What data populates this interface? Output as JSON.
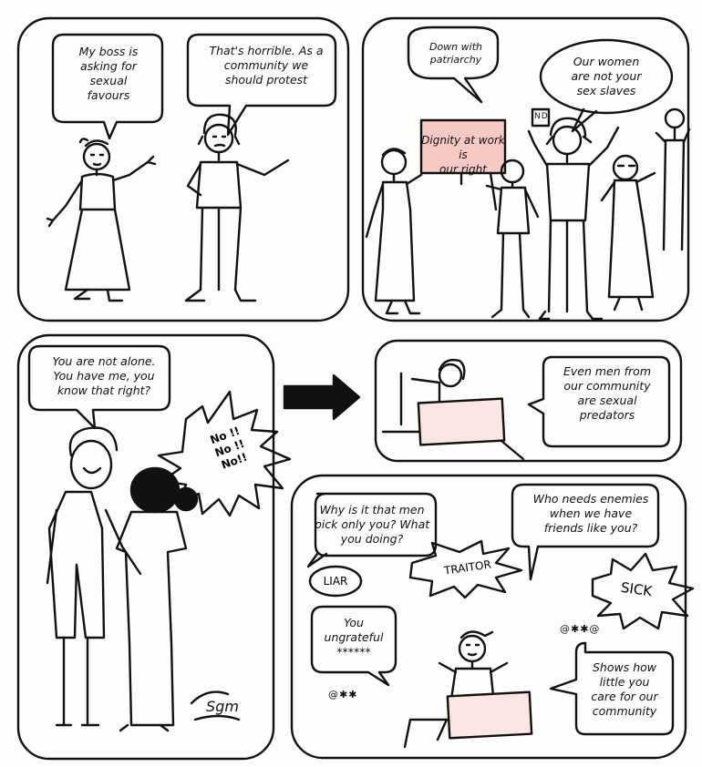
{
  "panel1": {
    "woman_bubble": "My boss is\nasking for\nsexual\nfavours",
    "man_bubble": "That's horrible. As a\ncommunity we\nshould protest"
  },
  "panel2": {
    "bubble_left": "Down with\npatriarchy",
    "bubble_right": "Our women\nare not your\nsex slaves",
    "sign": "Dignity at work is\nour right",
    "small_sign": "ND"
  },
  "panel3": {
    "man_bubble": "You are not alone.\nYou have me, you\nknow that right?",
    "woman_shout": "No !!\nNo !!\nNo!!",
    "signature": "Sgm"
  },
  "panel4": {
    "bubble": "Even men from\nour community\nare sexual\npredators"
  },
  "panel5": {
    "bubble_top_left": "Why is it that men\npick only you? What\nyou doing?",
    "bubble_top_right": "Who needs enemies\nwhen we have\nfriends like you?",
    "burst_liar": "LIAR",
    "burst_traitor": "TRAITOR",
    "burst_sick": "SICK",
    "bubble_ungrateful": "You\nungrateful\n******",
    "bubble_bottom_right": "Shows how\nlittle you\ncare for our\ncommunity",
    "symbols_left": "@✱✱",
    "symbols_right": "@✱✱@"
  },
  "colors": {
    "ink": "#111111",
    "sign_fill": "#f6c9c5",
    "laptop_fill": "#fbe6e4",
    "paper": "#fdfdfb"
  }
}
